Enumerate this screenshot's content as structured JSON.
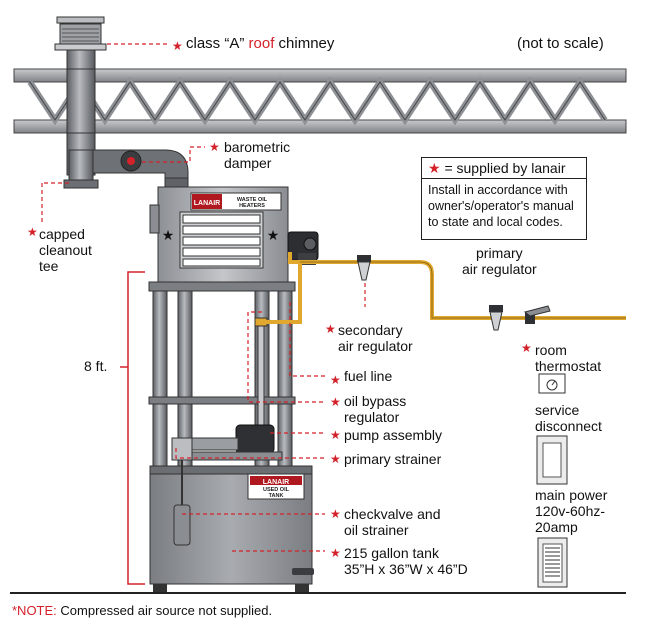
{
  "labels": {
    "chimney_pre": "class “A”",
    "chimney_roof": "roof",
    "chimney_post": "chimney",
    "not_to_scale": "(not to scale)",
    "barometric_damper": "barometric\ndamper",
    "capped_tee": "capped\ncleanout\ntee",
    "height": "8 ft.",
    "secondary_regulator": "secondary\nair regulator",
    "primary_regulator": "primary\nair regulator",
    "fuel_line": "fuel line",
    "bypass_regulator": "oil bypass\nregulator",
    "pump_assembly": "pump assembly",
    "primary_strainer": "primary strainer",
    "checkvalve": "checkvalve and\noil strainer",
    "tank": "215 gallon tank\n35”H x 36”W x 46”D",
    "room_thermostat": "room\nthermostat",
    "service_disconnect": "service\ndisconnect",
    "main_power": "main power\n120v-60hz-\n20amp"
  },
  "legend": {
    "star_text": "= supplied by lanair",
    "install_text": "Install in accordance with\nowner's/operator's manual\nto state and local codes."
  },
  "note": {
    "prefix": "*NOTE:",
    "text": " Compressed air source not supplied."
  },
  "heater_brand": "LANAIR",
  "heater_badge": "WASTE OIL\nHEATERS",
  "tank_brand": "LANAIR",
  "tank_badge": "USED OIL\nTANK",
  "colors": {
    "accent_red": "#d4222b",
    "truss_gray": "#9a9ca0",
    "fuel_line": "#e0a82e",
    "steel": "#7d8085"
  },
  "icons": {
    "star": "red-star-icon",
    "legend_star": "red-star-icon"
  }
}
